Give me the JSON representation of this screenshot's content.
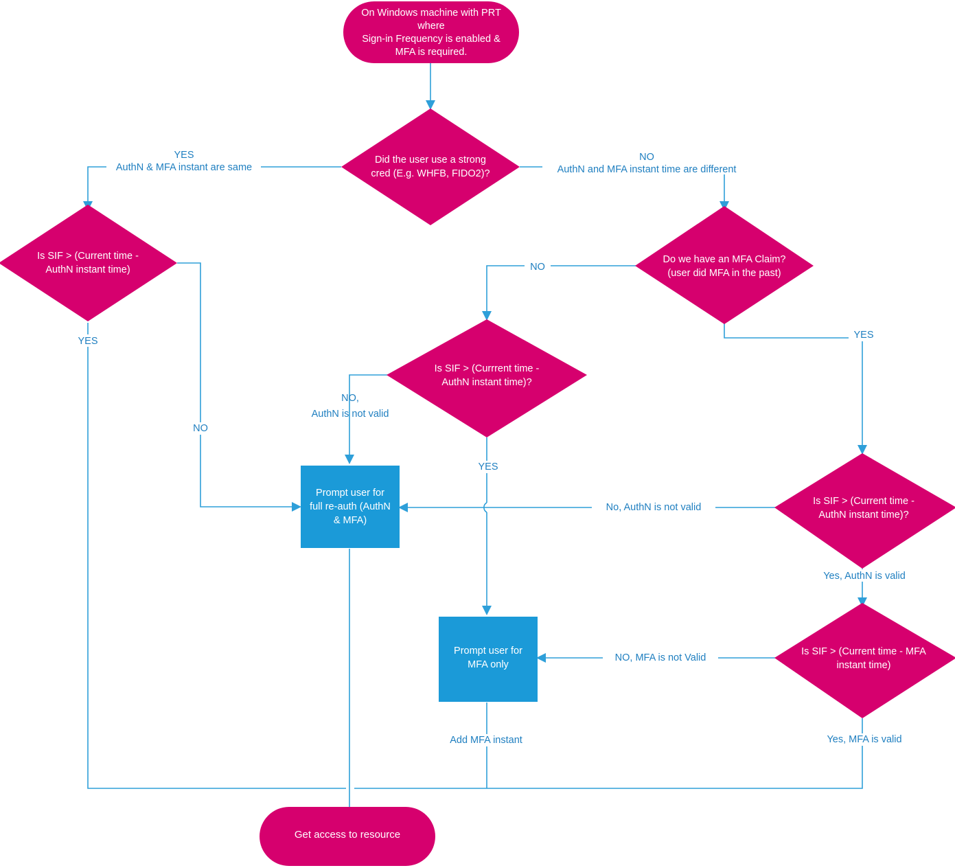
{
  "diagram": {
    "title": "Sign-in Frequency and MFA re-authentication decision flow",
    "colors": {
      "decision_fill": "#d6006e",
      "terminal_fill": "#d6006e",
      "process_fill": "#1b9ad8",
      "connector": "#2e9fd9",
      "edge_label_text": "#1f7fc0",
      "node_label_text": "#ffffff",
      "background": "#ffffff"
    },
    "nodes": {
      "start": {
        "type": "terminator",
        "lines": [
          "On Windows machine with PRT",
          "where",
          "Sign-in Frequency is enabled &",
          "MFA is required."
        ]
      },
      "strong_cred": {
        "type": "decision",
        "lines": [
          "Did the user use a strong",
          "cred (E.g. WHFB, FIDO2)?"
        ]
      },
      "sif_authn_left": {
        "type": "decision",
        "lines": [
          "Is SIF > (Current time -",
          "AuthN instant time)"
        ]
      },
      "mfa_claim": {
        "type": "decision",
        "lines": [
          "Do we have an MFA Claim?",
          "(user did MFA in the past)"
        ]
      },
      "sif_authn_mid": {
        "type": "decision",
        "lines": [
          "Is SIF > (Currrent time -",
          "AuthN instant time)?"
        ]
      },
      "sif_authn_right": {
        "type": "decision",
        "lines": [
          "Is SIF > (Current time -",
          "AuthN instant time)?"
        ]
      },
      "sif_mfa_right": {
        "type": "decision",
        "lines": [
          "Is SIF > (Current time - MFA",
          "instant time)"
        ]
      },
      "prompt_full": {
        "type": "process",
        "lines": [
          "Prompt user for",
          "full re-auth (AuthN",
          "& MFA)"
        ]
      },
      "prompt_mfa": {
        "type": "process",
        "lines": [
          "Prompt user for",
          "MFA only"
        ]
      },
      "end": {
        "type": "terminator",
        "lines": [
          "Get access to resource"
        ]
      }
    },
    "edge_labels": {
      "strong_cred_yes_l1": "YES",
      "strong_cred_yes_l2": "AuthN & MFA instant are same",
      "strong_cred_no_l1": "NO",
      "strong_cred_no_l2": "AuthN and MFA instant time are different",
      "left_yes": "YES",
      "left_no": "NO",
      "mfa_claim_no": "NO",
      "mfa_claim_yes": "YES",
      "mid_no_l1": "NO,",
      "mid_no_l2": "AuthN is not valid",
      "mid_yes": "YES",
      "right_authn_no": "No, AuthN is not valid",
      "right_authn_yes": "Yes, AuthN is valid",
      "right_mfa_no": "NO, MFA is not Valid",
      "right_mfa_yes": "Yes, MFA is valid",
      "add_mfa_instant": "Add MFA instant"
    }
  }
}
